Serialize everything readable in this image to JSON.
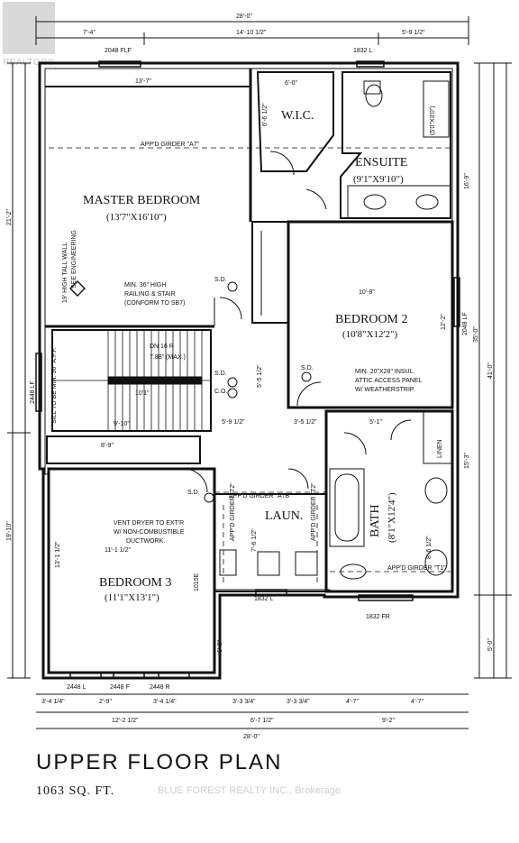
{
  "brand": {
    "logo_text": "REALTOR®"
  },
  "title": "UPPER FLOOR PLAN",
  "area": "1063 SQ. FT.",
  "watermark": "BLUE FOREST REALTY INC., Brokerage",
  "rooms": {
    "master": {
      "name": "MASTER BEDROOM",
      "size": "(13'7\"X16'10\")"
    },
    "wic": {
      "name": "W.I.C."
    },
    "ensuite": {
      "name": "ENSUITE",
      "size": "(9'1\"X9'10\")"
    },
    "bedroom2": {
      "name": "BEDROOM 2",
      "size": "(10'8\"X12'2\")"
    },
    "bedroom3": {
      "name": "BEDROOM 3",
      "size": "(11'1\"X13'1\")"
    },
    "bath": {
      "name": "BATH",
      "size": "(8'1\"X12'4\")"
    },
    "laundry": {
      "name": "LAUN."
    },
    "linen": {
      "name": "LINEN"
    }
  },
  "top_dims": {
    "overall": "28'-0\"",
    "left": "7'-4\"",
    "mid": "14'-10 1/2\"",
    "right": "5'-9 1/2\""
  },
  "bottom_dims": {
    "row1": [
      "3'-4 1/4\"",
      "2'-9\"",
      "3'-4 1/4\"",
      "3'-3 3/4\"",
      "3'-3 3/4\"",
      "4'-7\"",
      "4'-7\""
    ],
    "row2": [
      "12'-2 1/2\"",
      "6'-7 1/2\"",
      "9'-2\""
    ],
    "overall": "28'-0\""
  },
  "left_dims": [
    "21'-2\"",
    "19'-10\""
  ],
  "right_dims": [
    "35'-0\"",
    "41'-0\"",
    "16'-9\"",
    "15'-3\"",
    "5'-0\""
  ],
  "windows": [
    "2048 FLF",
    "1832 L",
    "2448 LF",
    "2048 LF",
    "1832 L",
    "1832 FR",
    "2448 L",
    "2448 F",
    "2448 R",
    "1015E"
  ],
  "notes": {
    "girder_a7": "APP'D GIRDER \"A7\"",
    "girder_a7b": "APP'D GIRDER \"A7B\"",
    "girder_t2": "APP'D GIRDER \"T2\"",
    "girder_t2b": "APP'D GIRDER \"T2\"",
    "girder_t1": "APP'D GIRDER \"T1\"",
    "wall": [
      "19' HIGH TALL WALL",
      "SEE ENGINEERING"
    ],
    "railing": [
      "MIN. 36\" HIGH",
      "RAILING & STAIR",
      "(CONFORM TO SB7)"
    ],
    "stair": [
      "DN 16 R",
      "7.88\" (MAX.)"
    ],
    "sill": "SILL TO BE MIN. 36\" A.F.F.",
    "attic": [
      "MIN. 20\"X28\" INSUL.",
      "ATTIC ACCESS PANEL",
      "W/ WEATHERSTRIP."
    ],
    "dryer": [
      "VENT DRYER TO EXT'R",
      "W/ NON-COMBUSTIBLE",
      "DUCTWORK."
    ],
    "shower": "(5'0\"X3'0\")",
    "sd": "S.D.",
    "co": "C.O.",
    "stair_w": "10'1\""
  },
  "inner_dims": [
    "13'-7\"",
    "6'-0\"",
    "6'-6 1/2\"",
    "10'-8\"",
    "12'-2\"",
    "5'-5 1/2\"",
    "5'-9 1/2\"",
    "3'-5 1/2\"",
    "5'-1\"",
    "8'-9\"",
    "9'-10\"",
    "11'-1 1/2\"",
    "13'-1 1/2\"",
    "7'-6 1/2\"",
    "8'-6 1/2\"",
    "6'-0\""
  ]
}
